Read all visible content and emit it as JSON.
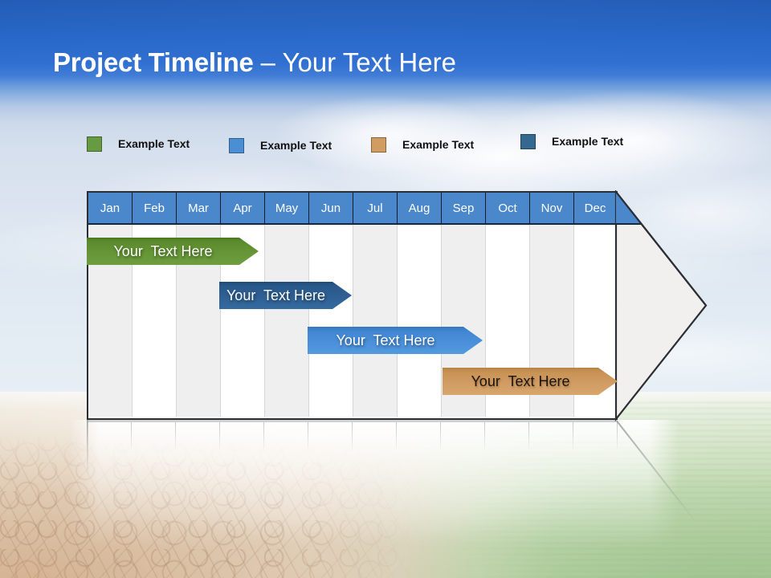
{
  "slide": {
    "title": {
      "bold": "Project Timeline",
      "rest": "– Your Text Here"
    }
  },
  "legend": {
    "items": [
      {
        "label": "Example Text",
        "color": "#679b41"
      },
      {
        "label": "Example Text",
        "color": "#4a8fd3"
      },
      {
        "label": "Example Text",
        "color": "#d09c62"
      },
      {
        "label": "Example Text",
        "color": "#35688f"
      }
    ]
  },
  "timeline": {
    "months": [
      "Jan",
      "Feb",
      "Mar",
      "Apr",
      "May",
      "Jun",
      "Jul",
      "Aug",
      "Sep",
      "Oct",
      "Nov",
      "Dec"
    ],
    "header_color": "#4a87cb",
    "bars": [
      {
        "label": "Your  Text Here",
        "color": "#628f35",
        "text_color": "#ffffff",
        "start_month": "Jan",
        "end_month": "Mar"
      },
      {
        "label": "Your  Text Here",
        "color": "#2e6094",
        "text_color": "#ffffff",
        "start_month": "Apr",
        "end_month": "Jun"
      },
      {
        "label": "Your  Text Here",
        "color": "#478cd6",
        "text_color": "#ffffff",
        "start_month": "Jun",
        "end_month": "Sep"
      },
      {
        "label": "Your  Text Here",
        "color": "#d09c62",
        "text_color": "#1c1309",
        "start_month": "Sep",
        "end_month": "Dec"
      }
    ]
  },
  "chart_data": {
    "type": "gantt",
    "title": "Project Timeline – Your Text Here",
    "categories": [
      "Jan",
      "Feb",
      "Mar",
      "Apr",
      "May",
      "Jun",
      "Jul",
      "Aug",
      "Sep",
      "Oct",
      "Nov",
      "Dec"
    ],
    "series": [
      {
        "name": "Your Text Here",
        "start": "Jan",
        "end": "Mar",
        "row": 1,
        "color": "#628f35"
      },
      {
        "name": "Your Text Here",
        "start": "Apr",
        "end": "Jun",
        "row": 2,
        "color": "#2e6094"
      },
      {
        "name": "Your Text Here",
        "start": "Jun",
        "end": "Sep",
        "row": 3,
        "color": "#478cd6"
      },
      {
        "name": "Your Text Here",
        "start": "Sep",
        "end": "Dec",
        "row": 4,
        "color": "#d09c62"
      }
    ],
    "legend_position": "top"
  }
}
